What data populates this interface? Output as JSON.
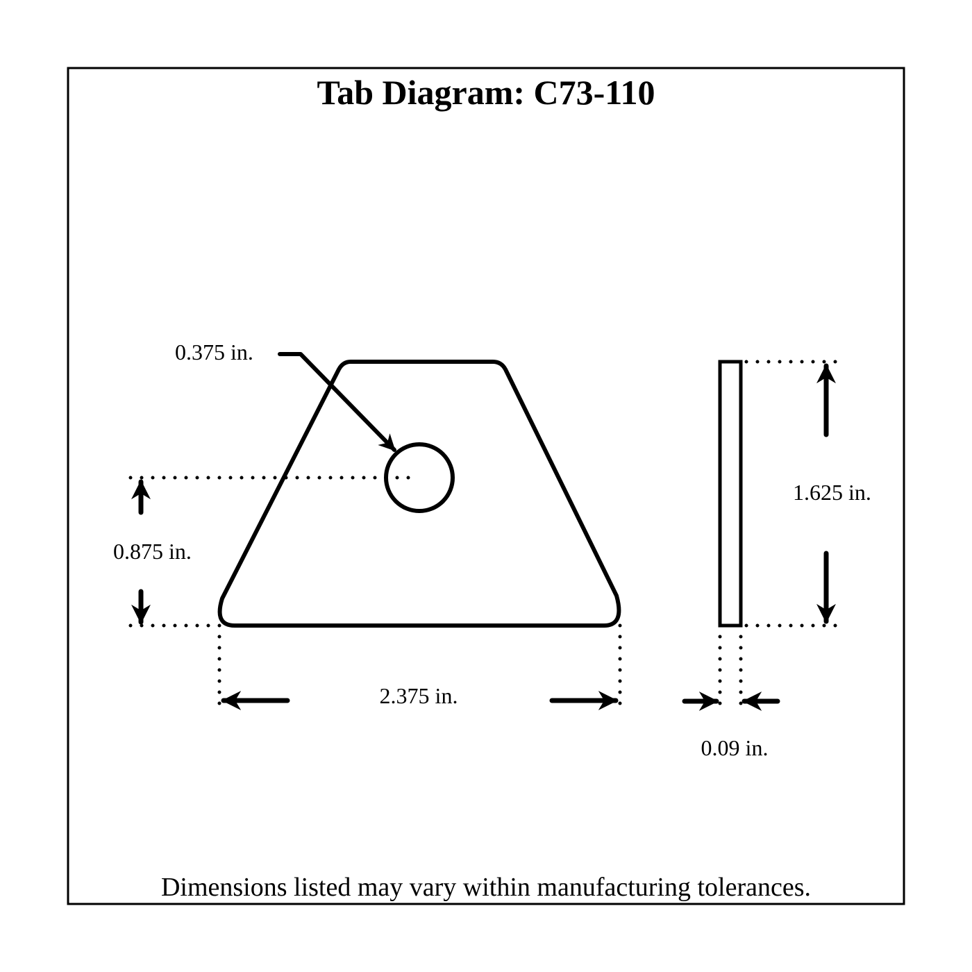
{
  "title": "Tab Diagram: C73-110",
  "dimensions": {
    "hole_diameter": "0.375 in.",
    "hole_height": "0.875 in.",
    "width": "2.375 in.",
    "height": "1.625 in.",
    "thickness": "0.09 in."
  },
  "footer": "Dimensions listed may vary within manufacturing tolerances."
}
